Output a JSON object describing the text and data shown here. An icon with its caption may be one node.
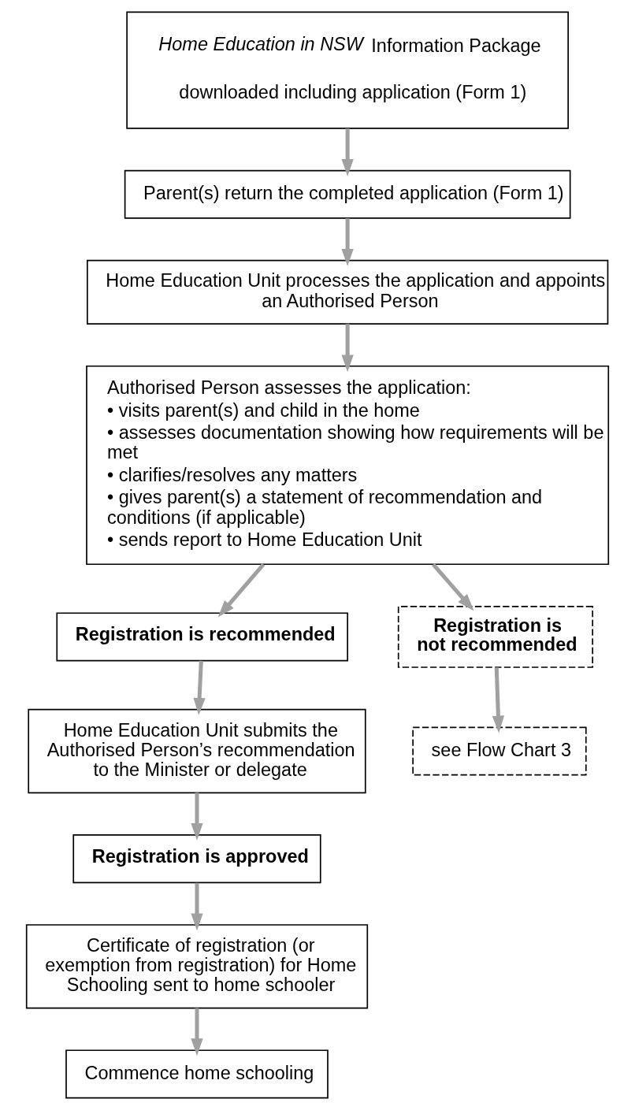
{
  "diagram": {
    "nodes": [
      {
        "text": [
          "*Home Education in NSW* Information Package downloaded including application (Form 1)"
        ]
      },
      {
        "text": [
          "Parent(s) return the completed application (Form 1)"
        ]
      },
      {
        "text": [
          "Home Education Unit processes the application and appoints an Authorised Person"
        ]
      },
      {
        "text": [
          "Authorised Person assesses the application:",
          "• visits parent(s) and child in the home",
          "• assesses documentation showing how requirements will be met",
          "• clarifies/resolves any matters",
          "• gives parent(s) a statement of recommendation and conditions (if applicable)",
          "• sends report to Home Education Unit"
        ]
      },
      {
        "text": [
          "Registration is recommended"
        ]
      },
      {
        "text": [
          "Registration is not recommended"
        ]
      },
      {
        "text": [
          "Home Education Unit submits the Authorised Person’s recommendation to the Minister or delegate"
        ]
      },
      {
        "text": [
          "see Flow Chart 3"
        ]
      },
      {
        "text": [
          "Registration is approved"
        ]
      },
      {
        "text": [
          "Certificate of registration (or exemption from registration) for Home Schooling sent to home schooler"
        ]
      },
      {
        "text": [
          "Commence home schooling"
        ]
      }
    ],
    "edges": [
      {
        "from": 0,
        "to": 1,
        "arrow": "to"
      },
      {
        "from": 1,
        "to": 2,
        "arrow": "to"
      },
      {
        "from": 2,
        "to": 3,
        "arrow": "to"
      },
      {
        "from": 3,
        "to": 4,
        "arrow": "to"
      },
      {
        "from": 3,
        "to": 5,
        "arrow": "to"
      },
      {
        "from": 4,
        "to": 6,
        "arrow": "to"
      },
      {
        "from": 5,
        "to": 7,
        "arrow": "to"
      },
      {
        "from": 6,
        "to": 8,
        "arrow": "to"
      },
      {
        "from": 8,
        "to": 9,
        "arrow": "to"
      },
      {
        "from": 9,
        "to": 10,
        "arrow": "to"
      }
    ]
  }
}
